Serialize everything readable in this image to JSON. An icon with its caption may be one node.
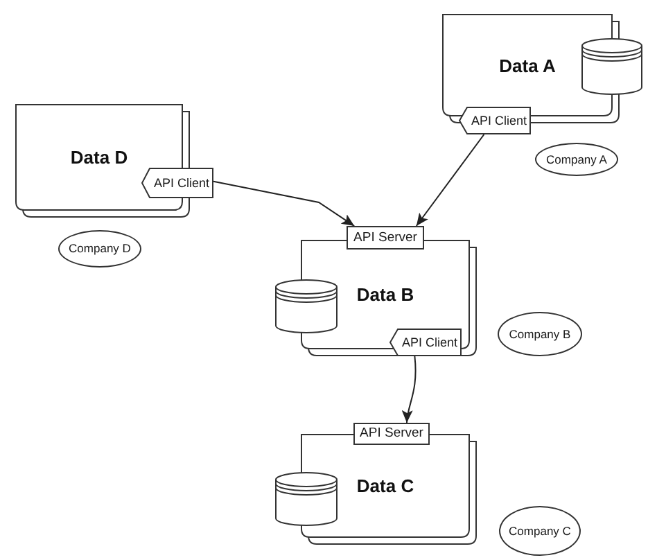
{
  "diagram": {
    "nodes": [
      {
        "text": [
          "Data A"
        ]
      },
      {
        "text": [],
        "shape": "cylinder"
      },
      {
        "text": [
          "API Client"
        ]
      },
      {
        "text": [
          "Company A"
        ]
      },
      {
        "text": [
          "Data D"
        ]
      },
      {
        "text": [
          "API Client"
        ]
      },
      {
        "text": [
          "Company D"
        ]
      },
      {
        "text": [
          "API Server"
        ]
      },
      {
        "text": [
          "Data B"
        ]
      },
      {
        "text": [],
        "shape": "cylinder"
      },
      {
        "text": [
          "API Client"
        ],
        "in": 8
      },
      {
        "text": [
          "Company B"
        ]
      },
      {
        "text": [
          "API Server"
        ]
      },
      {
        "text": [
          "Data C"
        ]
      },
      {
        "text": [],
        "shape": "cylinder"
      },
      {
        "text": [
          "Company C"
        ]
      }
    ],
    "edges": [
      {
        "from": 5,
        "to": 7,
        "arrow": "to"
      },
      {
        "from": 2,
        "to": 7,
        "arrow": "to"
      },
      {
        "from": 10,
        "to": 12,
        "arrow": "to"
      }
    ]
  }
}
